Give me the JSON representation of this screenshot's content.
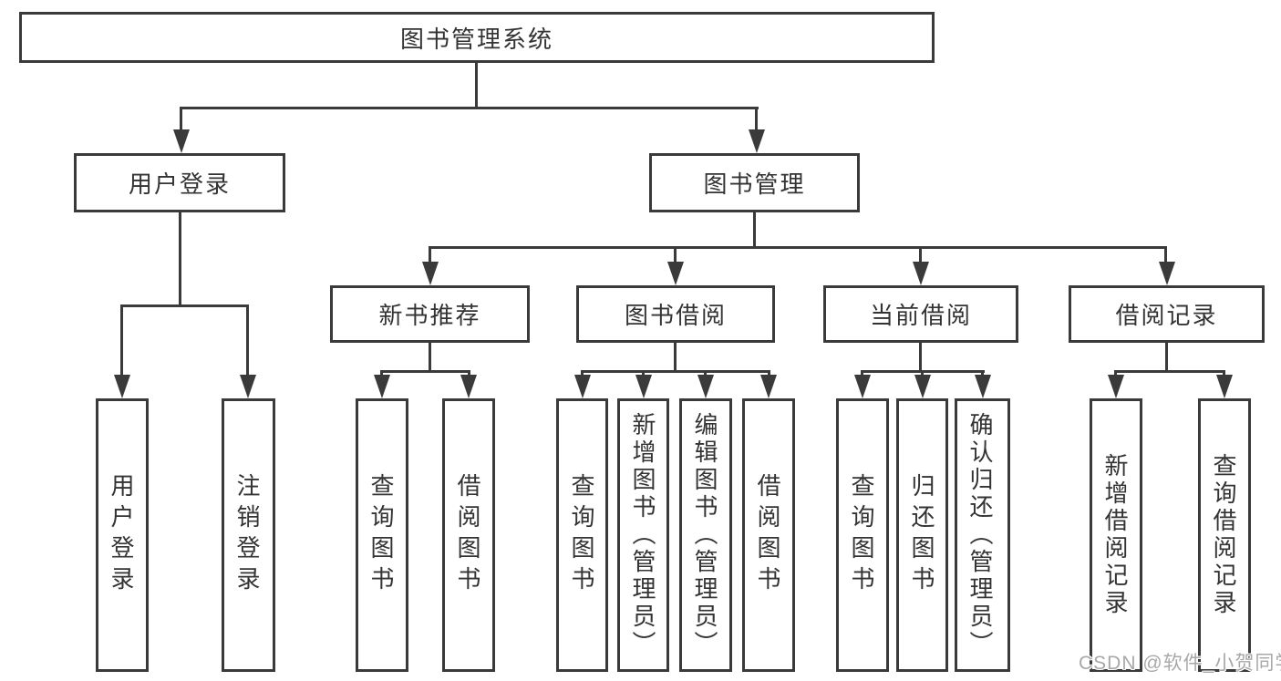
{
  "tree": {
    "label": "图书管理系统",
    "children": [
      {
        "label": "用户登录",
        "children": [
          {
            "label": "用户登录"
          },
          {
            "label": "注销登录"
          }
        ]
      },
      {
        "label": "图书管理",
        "children": [
          {
            "label": "新书推荐",
            "children": [
              {
                "label": "查询图书"
              },
              {
                "label": "借阅图书"
              }
            ]
          },
          {
            "label": "图书借阅",
            "children": [
              {
                "label": "查询图书"
              },
              {
                "label": "新增图书（管理员）"
              },
              {
                "label": "编辑图书（管理员）"
              },
              {
                "label": "借阅图书"
              }
            ]
          },
          {
            "label": "当前借阅",
            "children": [
              {
                "label": "查询图书"
              },
              {
                "label": "归还图书"
              },
              {
                "label": "确认归还（管理员）"
              }
            ]
          },
          {
            "label": "借阅记录",
            "children": [
              {
                "label": "新增借阅记录"
              },
              {
                "label": "查询借阅记录"
              }
            ]
          }
        ]
      }
    ]
  },
  "watermark": "CSDN @软件_小贺同学",
  "colors": {
    "line": "#3a3a3a",
    "box_background": "#ffffff",
    "text": "#333333",
    "watermark": "#a8a8a8"
  }
}
